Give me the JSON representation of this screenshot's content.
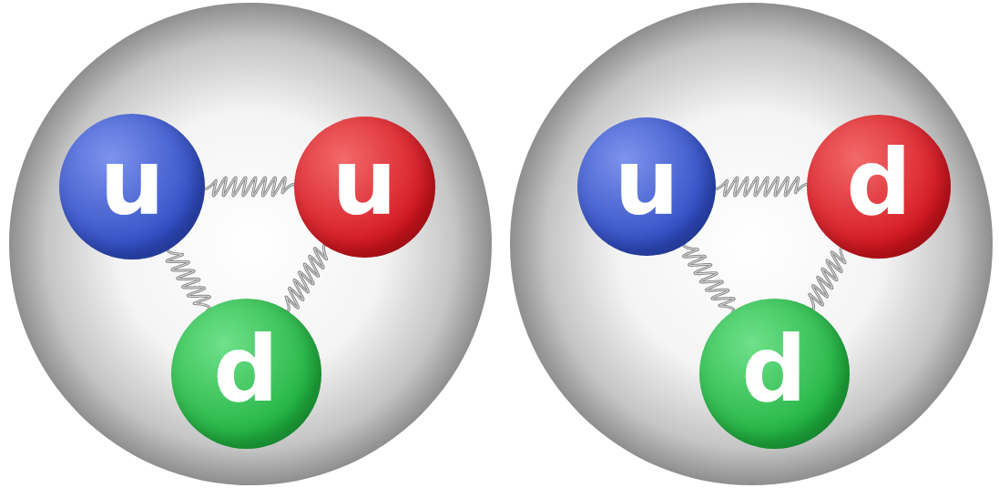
{
  "diagram": {
    "nodes": [
      {
        "text": []
      },
      {
        "text": [
          "u"
        ],
        "in": 0
      },
      {
        "text": [
          "u"
        ],
        "in": 0
      },
      {
        "text": [
          "d"
        ],
        "in": 0
      },
      {
        "text": []
      },
      {
        "text": [
          "u"
        ],
        "in": 4
      },
      {
        "text": [
          "d"
        ],
        "in": 4
      },
      {
        "text": [
          "d"
        ],
        "in": 4
      }
    ],
    "edges": [
      {
        "from": 1,
        "to": 2,
        "arrow": "none"
      },
      {
        "from": 1,
        "to": 3,
        "arrow": "none"
      },
      {
        "from": 2,
        "to": 3,
        "arrow": "none"
      },
      {
        "from": 5,
        "to": 6,
        "arrow": "none"
      },
      {
        "from": 5,
        "to": 7,
        "arrow": "none"
      },
      {
        "from": 6,
        "to": 7,
        "arrow": "none"
      }
    ]
  }
}
